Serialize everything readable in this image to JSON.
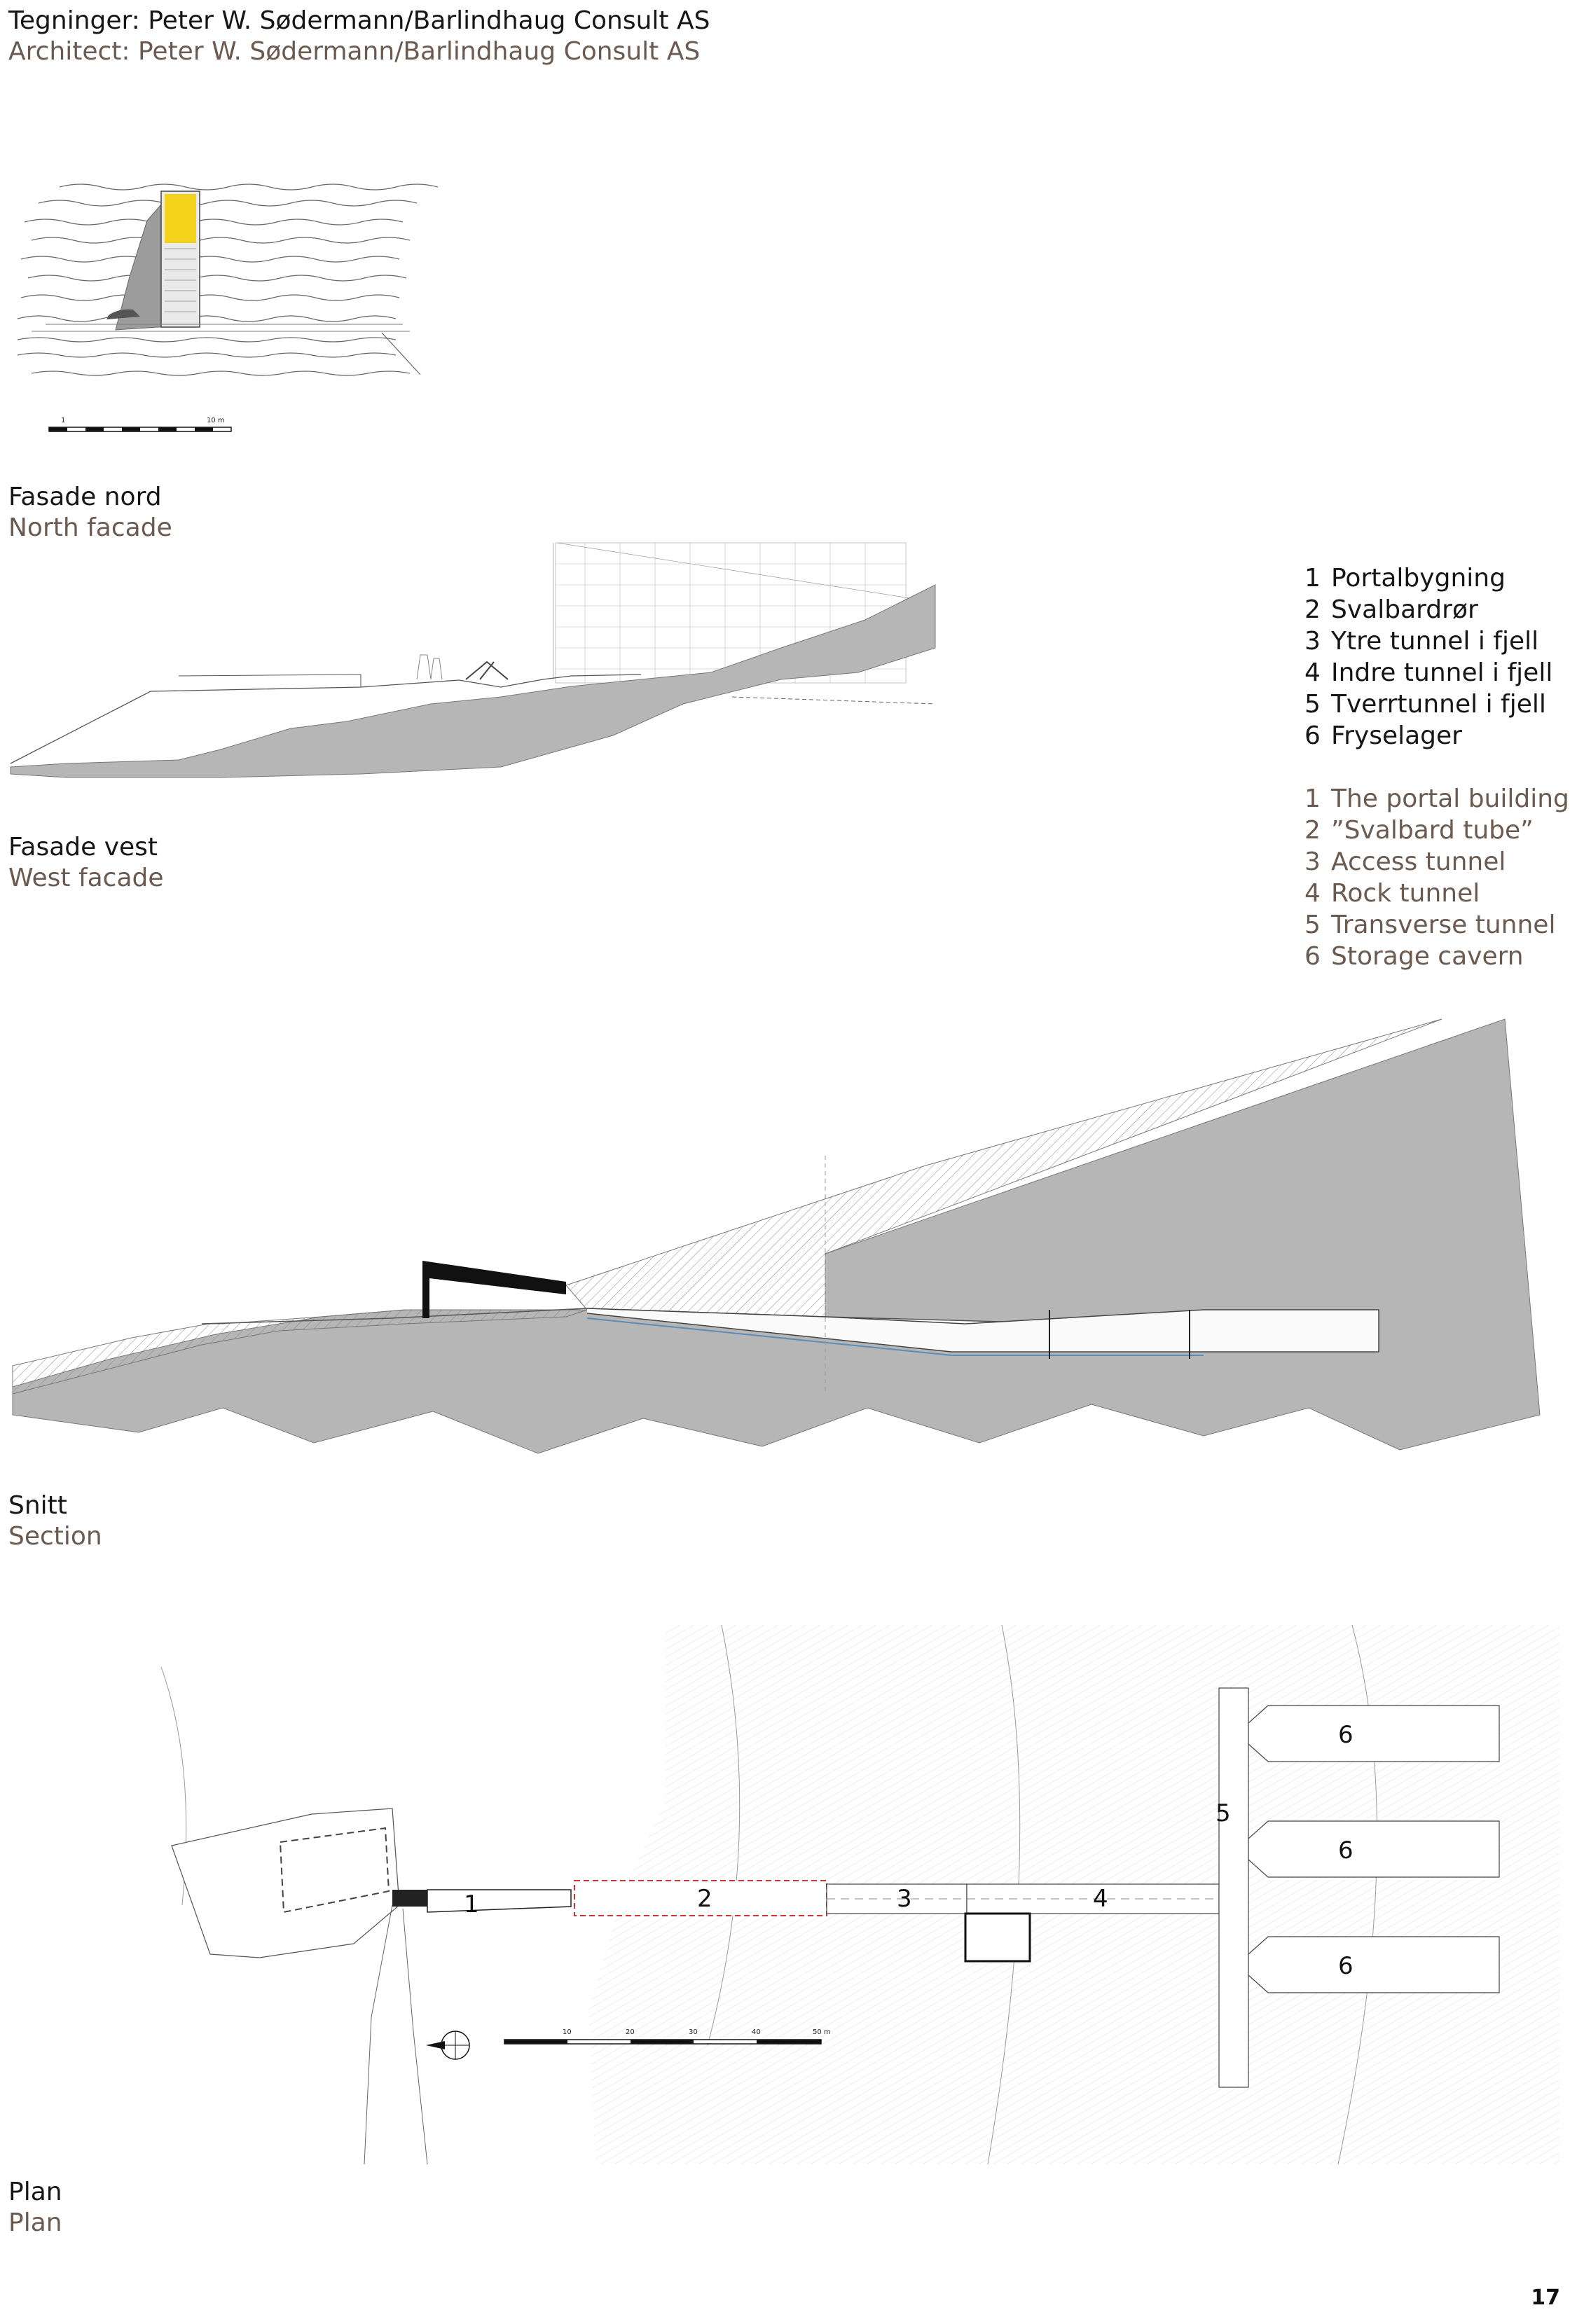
{
  "credits": {
    "no": "Tegninger: Peter W. Sødermann/Barlindhaug Consult AS",
    "en": "Architect: Peter W. Sødermann/Barlindhaug Consult AS"
  },
  "north_facade": {
    "no": "Fasade nord",
    "en": "North facade",
    "scale": {
      "start": "1",
      "end": "10 m"
    }
  },
  "west_facade": {
    "no": "Fasade vest",
    "en": "West facade"
  },
  "section": {
    "no": "Snitt",
    "en": "Section"
  },
  "plan": {
    "no": "Plan",
    "en": "Plan",
    "scale_ticks": [
      "10",
      "20",
      "30",
      "40",
      "50 m"
    ],
    "labels": [
      "1",
      "2",
      "3",
      "4",
      "5",
      "6",
      "6",
      "6"
    ]
  },
  "legend": {
    "no": [
      {
        "num": "1",
        "text": "Portalbygning"
      },
      {
        "num": "2",
        "text": "Svalbardrør"
      },
      {
        "num": "3",
        "text": "Ytre tunnel i fjell"
      },
      {
        "num": "4",
        "text": "Indre tunnel i fjell"
      },
      {
        "num": "5",
        "text": "Tverrtunnel i fjell"
      },
      {
        "num": "6",
        "text": "Fryselager"
      }
    ],
    "en": [
      {
        "num": "1",
        "text": "The portal building"
      },
      {
        "num": "2",
        "text": "”Svalbard tube”"
      },
      {
        "num": "3",
        "text": "Access tunnel"
      },
      {
        "num": "4",
        "text": "Rock tunnel"
      },
      {
        "num": "5",
        "text": "Transverse tunnel"
      },
      {
        "num": "6",
        "text": "Storage cavern"
      }
    ]
  },
  "colors": {
    "rock": "#b6b6b6",
    "portal_yellow": "#f2d21a",
    "english_text": "#6b5a4f",
    "tube_outline": "#cc3333"
  },
  "page_number": "17"
}
